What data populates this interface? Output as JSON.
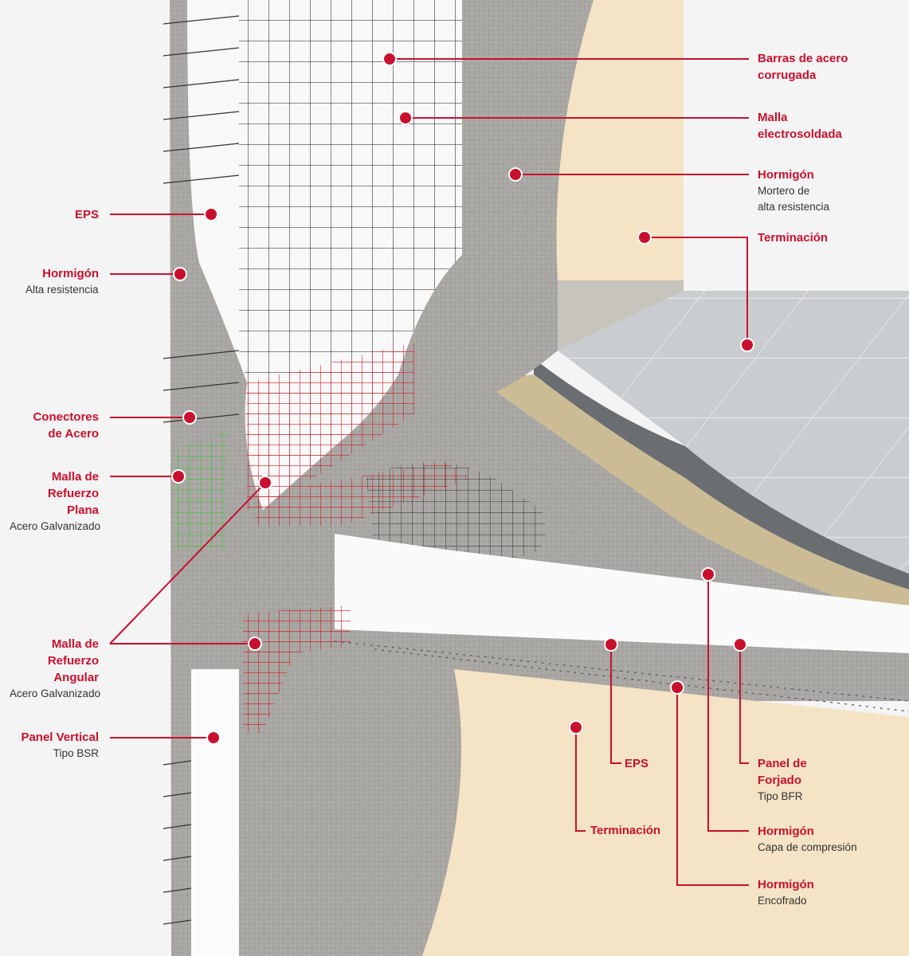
{
  "colors": {
    "accent": "#c8102e",
    "concrete": "#a9a7a3",
    "concrete_dark": "#8f8c88",
    "eps": "#f7f7f7",
    "finish": "#f4e3c4",
    "tile": "#c9cdd0",
    "background": "#f4f4f4"
  },
  "labels": {
    "barras": {
      "title": "Barras de acero\ncorrugada"
    },
    "malla_electro": {
      "title": "Malla\nelectrosoldada"
    },
    "hormigon_mortero": {
      "title": "Hormigón",
      "sub": "Mortero de\nalta resistencia"
    },
    "terminacion_top": {
      "title": "Terminación"
    },
    "eps_left": {
      "title": "EPS"
    },
    "hormigon_alta": {
      "title": "Hormigón",
      "sub": "Alta resistencia"
    },
    "conectores": {
      "title": "Conectores\nde Acero"
    },
    "malla_plana": {
      "title": "Malla de\nRefuerzo\nPlana",
      "sub": "Acero Galvanizado"
    },
    "malla_angular": {
      "title": "Malla de\nRefuerzo\nAngular",
      "sub": "Acero Galvanizado"
    },
    "panel_vertical": {
      "title": "Panel Vertical",
      "sub": "Tipo BSR"
    },
    "eps_bottom": {
      "title": "EPS"
    },
    "terminacion_bottom": {
      "title": "Terminación"
    },
    "panel_forjado": {
      "title": "Panel de\nForjado",
      "sub": "Tipo BFR"
    },
    "hormigon_capa": {
      "title": "Hormigón",
      "sub": "Capa de compresión"
    },
    "hormigon_encofrado": {
      "title": "Hormigón",
      "sub": "Encofrado"
    }
  }
}
